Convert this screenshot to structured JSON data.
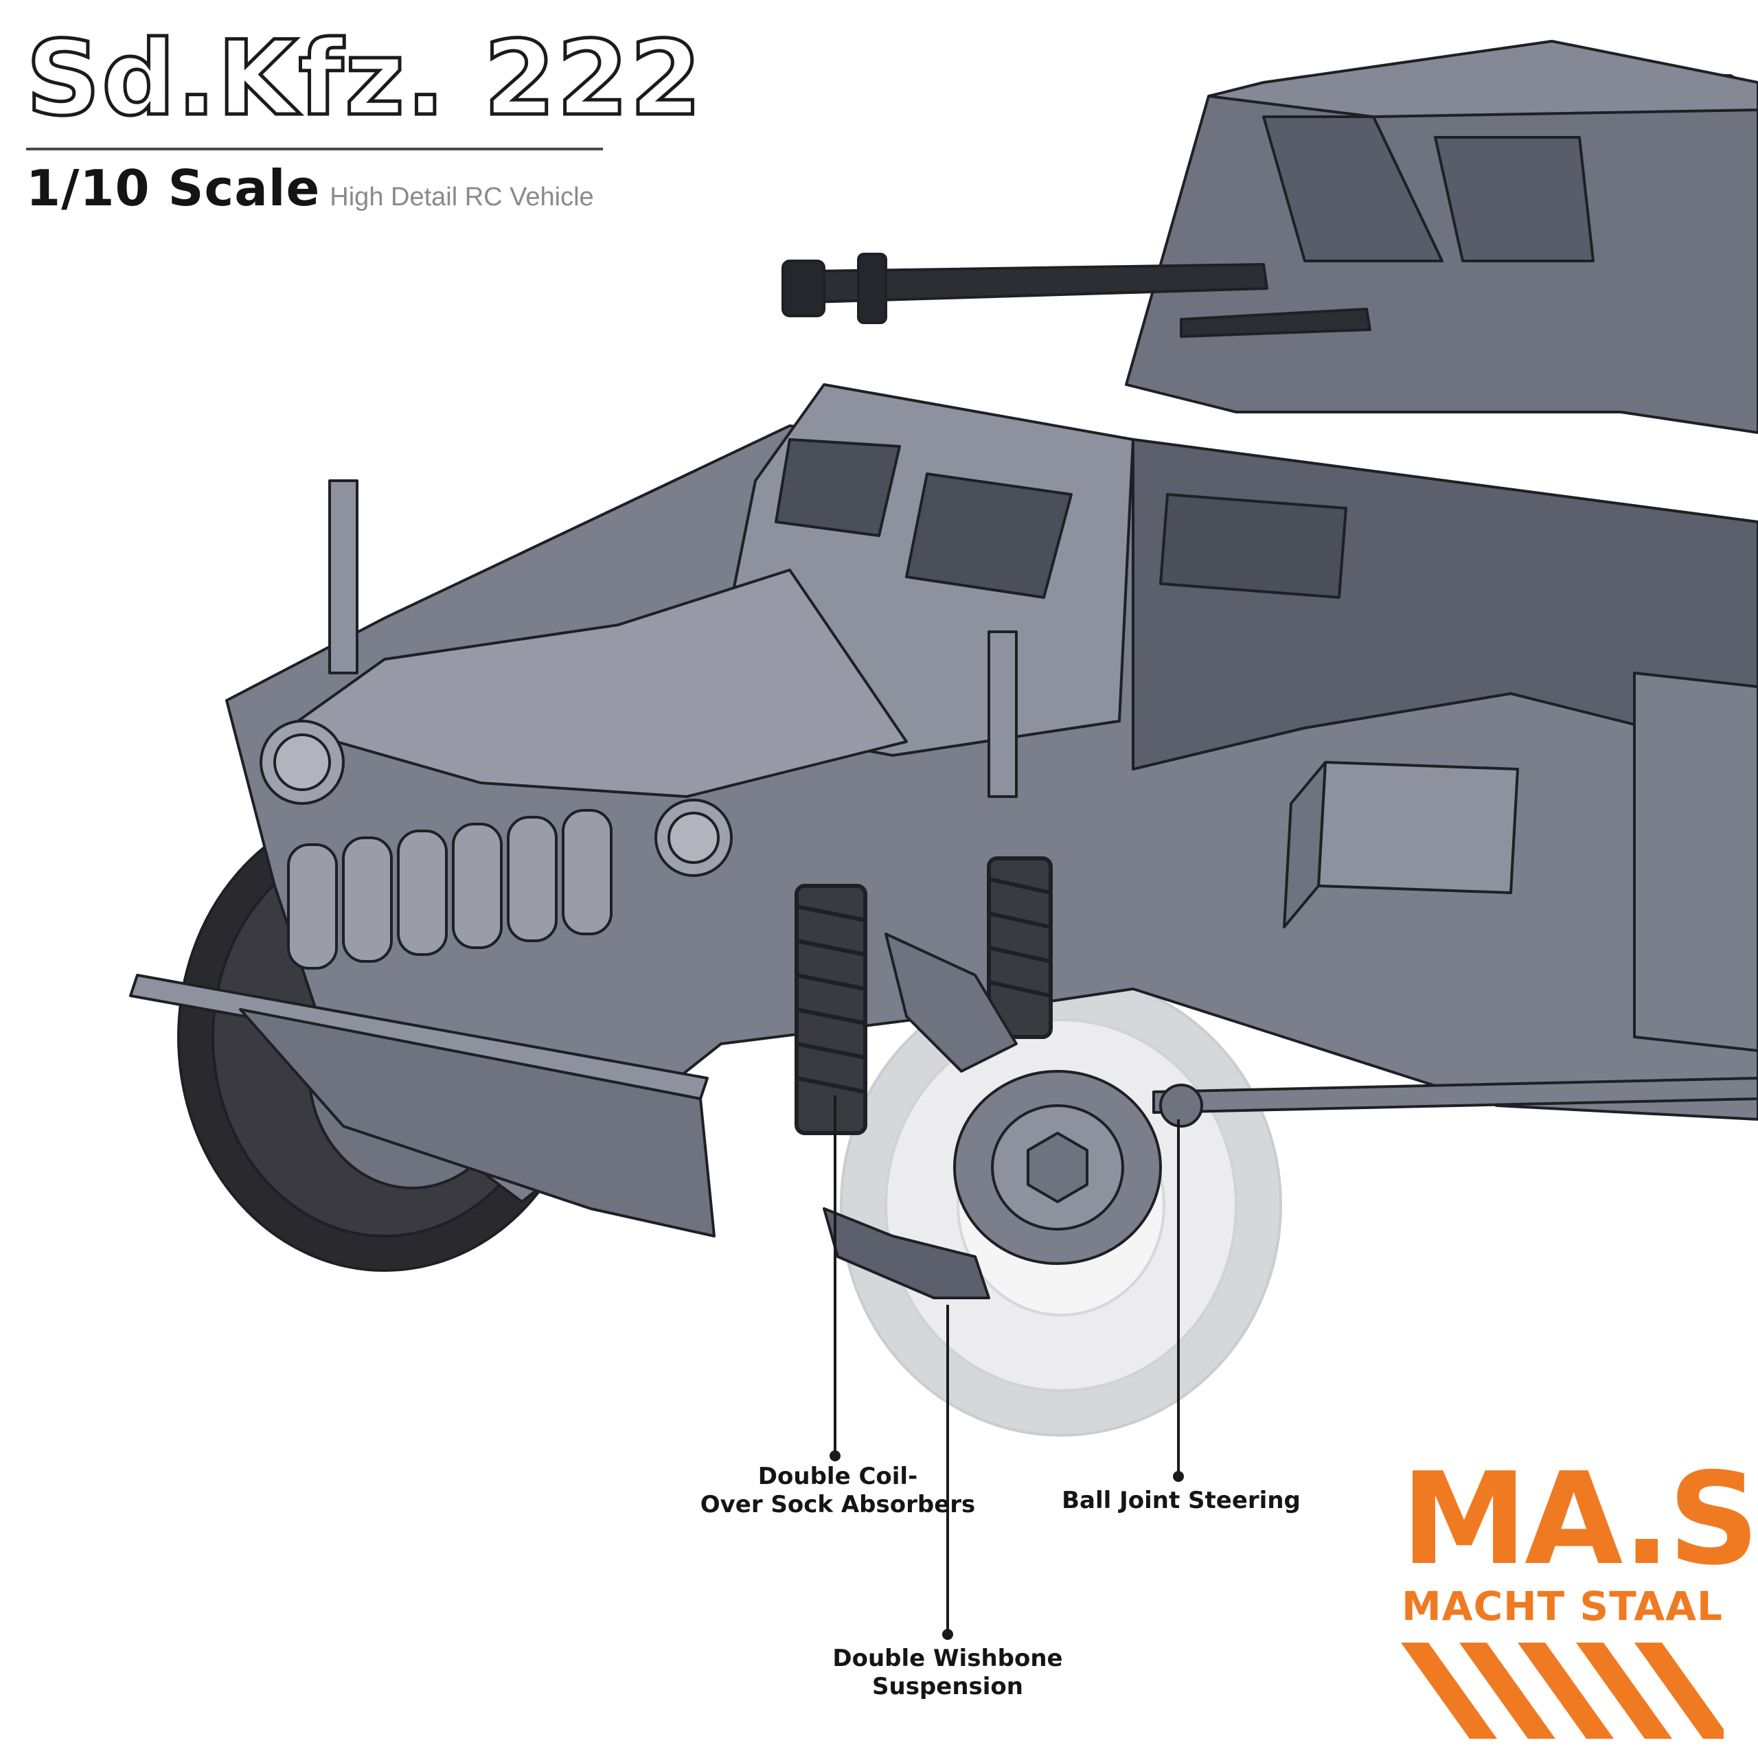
{
  "header": {
    "title": "Sd.Kfz. 222",
    "scale": "1/10 Scale",
    "tagline": "High Detail RC Vehicle"
  },
  "callouts": {
    "coil_line1": "Double Coil-",
    "coil_line2": "Over Sock Absorbers",
    "steering": "Ball Joint Steering",
    "wishbone_line1": "Double Wishbone",
    "wishbone_line2": "Suspension"
  },
  "brand": {
    "name": "MA.S",
    "subtitle": "MACHT STAAL",
    "color": "#f07a21"
  },
  "colors": {
    "body": "#7b7f8c",
    "body_dark": "#5c606c",
    "body_light": "#979aa6",
    "tire": "#2a2a2e",
    "outline": "#1f2026"
  }
}
